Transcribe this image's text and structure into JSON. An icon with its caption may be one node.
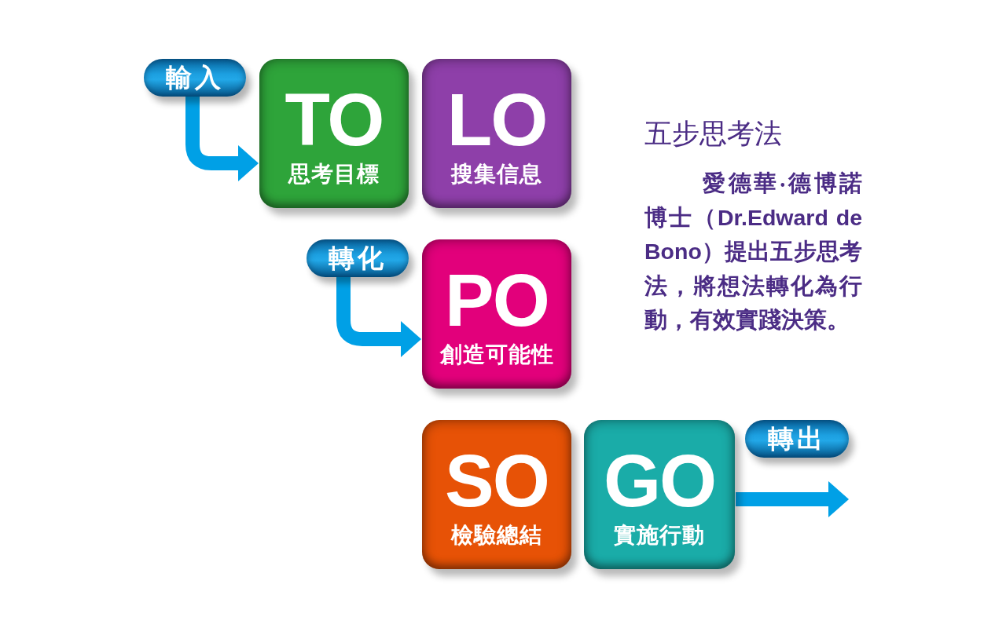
{
  "diagram": {
    "title": "五步思考法",
    "nodes": [
      {
        "text": [
          "輸入"
        ]
      },
      {
        "text": [
          "TO",
          "思考目標"
        ]
      },
      {
        "text": [
          "LO",
          "搜集信息"
        ]
      },
      {
        "text": [
          "轉化"
        ]
      },
      {
        "text": [
          "PO",
          "創造可能性"
        ]
      },
      {
        "text": [
          "SO",
          "檢驗總結"
        ]
      },
      {
        "text": [
          "GO",
          "實施行動"
        ]
      },
      {
        "text": [
          "轉出"
        ]
      }
    ],
    "edges": [
      {
        "from": 0,
        "to": 1,
        "arrow": "to"
      },
      {
        "from": 3,
        "to": 4,
        "arrow": "to"
      },
      {
        "from": 6,
        "to": 7,
        "arrow": "to"
      }
    ],
    "labels": [
      "愛德華‧德博諾博士（Dr.Edward de Bono）提出五步思考法，將想法轉化為行動，有效實踐決策。"
    ]
  }
}
